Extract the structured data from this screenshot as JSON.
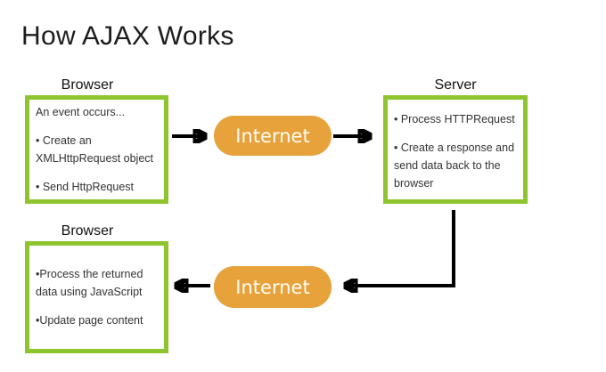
{
  "page": {
    "title": "How AJAX Works"
  },
  "colors": {
    "background": "#ffffff",
    "box_border": "#8ec52f",
    "internet_fill": "#e7a23b",
    "internet_text": "#fffdf5",
    "box_text": "#333333",
    "label_text": "#111111",
    "arrow": "#000000"
  },
  "diagram": {
    "browser_request": {
      "label": "Browser",
      "lines": {
        "0": "An event occurs...",
        "1": "• Create an",
        "2": "XMLHttpRequest object",
        "3": "• Send HttpRequest"
      }
    },
    "internet_top": {
      "label": "Internet"
    },
    "server": {
      "label": "Server",
      "lines": {
        "0": "• Process HTTPRequest",
        "1": "• Create a response and",
        "2": "send data back to the",
        "3": "browser"
      }
    },
    "internet_bottom": {
      "label": "Internet"
    },
    "browser_response": {
      "label": "Browser",
      "lines": {
        "0": "•Process the returned",
        "1": "data using JavaScript",
        "2": "•Update page content"
      }
    }
  }
}
